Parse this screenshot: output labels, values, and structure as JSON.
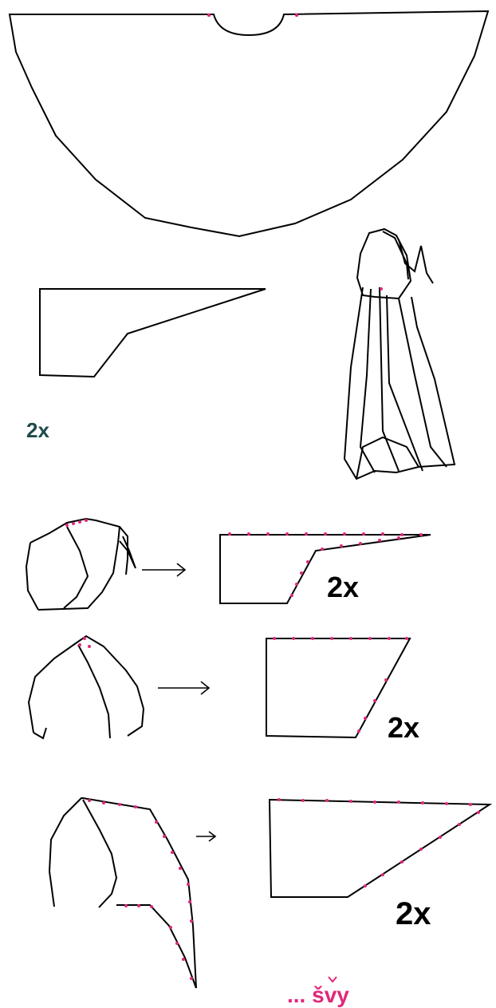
{
  "labels": {
    "count_a": "2x",
    "count_b": "2x",
    "count_c": "2x",
    "count_d": "2x",
    "seams": "... švy"
  },
  "colors": {
    "outline": "#000000",
    "seam": "#e0287a",
    "label_dark": "#1e4a4a",
    "background": "#ffffff"
  }
}
